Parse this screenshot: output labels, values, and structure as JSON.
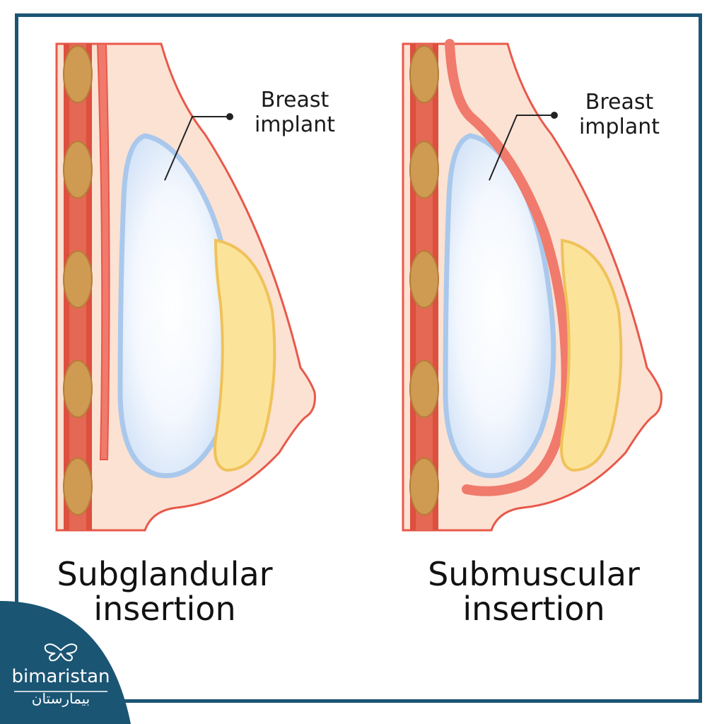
{
  "panels": [
    {
      "callout": "Breast\nimplant",
      "caption_line1": "Subglandular",
      "caption_line2": "insertion"
    },
    {
      "callout": "Breast\nimplant",
      "caption_line1": "Submuscular",
      "caption_line2": "insertion"
    }
  ],
  "brand": {
    "name": "bimaristan",
    "arabic": "بيمارستان",
    "icon": "butterfly-icon"
  },
  "colors": {
    "frame": "#1b5574",
    "skin": "#fbe2d3",
    "outline": "#e8584a",
    "muscle": "#f2a097",
    "implant_fill": "#dde9f8",
    "implant_edge": "#a9c8ec",
    "gland_fill": "#fbe49a",
    "gland_edge": "#f0c25a",
    "rib": "#cf9a52",
    "chest_wall": "#dd4f3e"
  }
}
